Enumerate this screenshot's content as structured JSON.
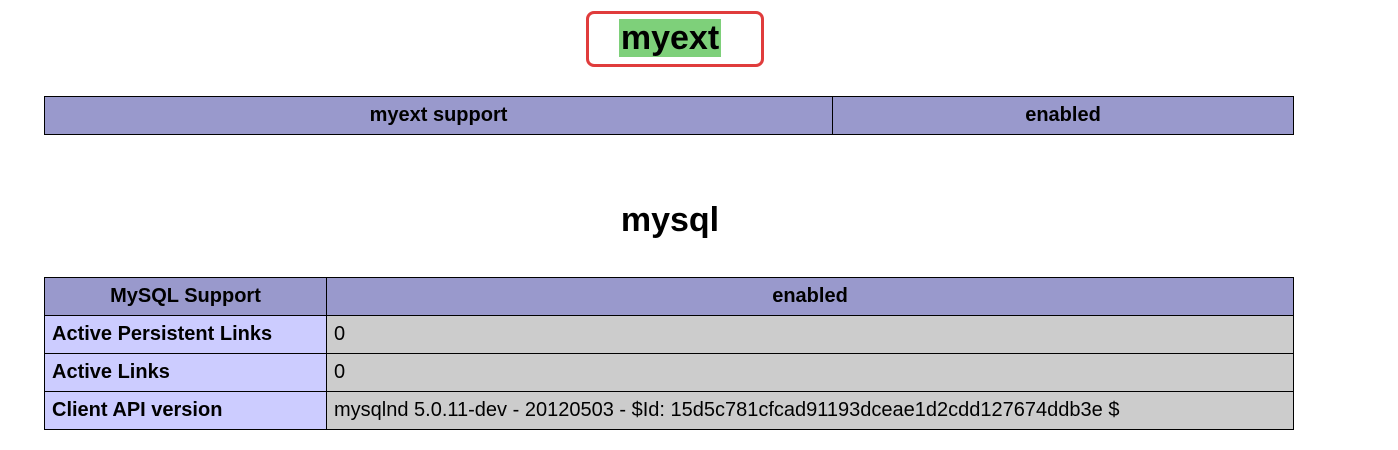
{
  "myext": {
    "title": "myext",
    "header": {
      "name": "myext support",
      "value": "enabled"
    }
  },
  "mysql": {
    "title": "mysql",
    "header": {
      "name": "MySQL Support",
      "value": "enabled"
    },
    "rows": [
      {
        "name": "Active Persistent Links",
        "value": "0"
      },
      {
        "name": "Active Links",
        "value": "0"
      },
      {
        "name": "Client API version",
        "value": "mysqlnd 5.0.11-dev - 20120503 - $Id: 15d5c781cfcad91193dceae1d2cdd127674ddb3e $"
      }
    ]
  },
  "colors": {
    "header_bg": "#9999cc",
    "key_bg": "#ccccff",
    "value_bg": "#cccccc",
    "highlight_border": "#e03c3c",
    "highlight_fill": "#7ed07a"
  }
}
